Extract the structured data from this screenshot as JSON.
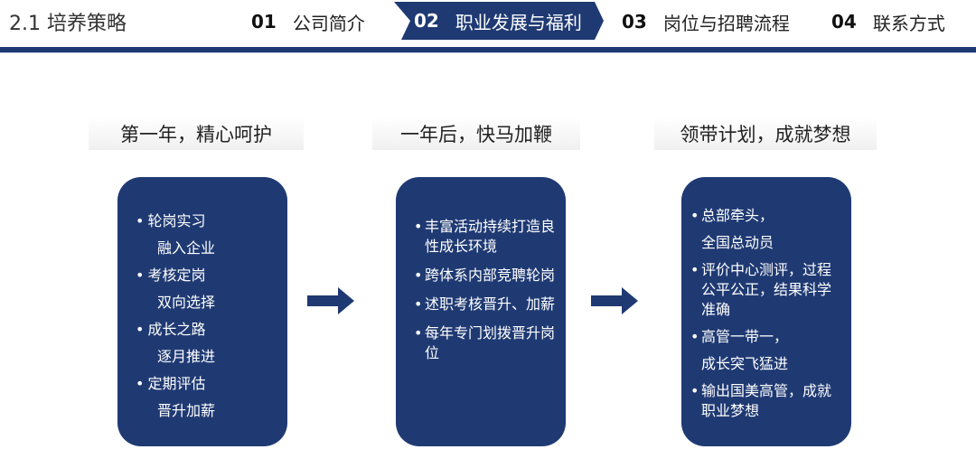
{
  "header": {
    "section_title": "2.1 培养策略",
    "nav": [
      {
        "num": "01",
        "label": "公司简介"
      },
      {
        "num": "02",
        "label": "职业发展与福利"
      },
      {
        "num": "03",
        "label": "岗位与招聘流程"
      },
      {
        "num": "04",
        "label": "联系方式"
      }
    ],
    "active_index": 1
  },
  "colors": {
    "brand_navy": "#1f3a73"
  },
  "columns": [
    {
      "title": "第一年，精心呵护",
      "items": [
        {
          "main": "轮岗实习",
          "sub": "融入企业"
        },
        {
          "main": "考核定岗",
          "sub": "双向选择"
        },
        {
          "main": "成长之路",
          "sub": "逐月推进"
        },
        {
          "main": "定期评估",
          "sub": "晋升加薪"
        }
      ]
    },
    {
      "title": "一年后，快马加鞭",
      "items": [
        {
          "main": "丰富活动持续打造良性成长环境"
        },
        {
          "main": "跨体系内部竞聘轮岗"
        },
        {
          "main": "述职考核晋升、加薪"
        },
        {
          "main": "每年专门划拨晋升岗位"
        }
      ]
    },
    {
      "title": "领带计划，成就梦想",
      "items": [
        {
          "main": "总部牵头，",
          "sub": "全国总动员"
        },
        {
          "main": "评价中心测评，过程公平公正，结果科学准确"
        },
        {
          "main": "高管一带一，",
          "sub": "成长突飞猛进"
        },
        {
          "main": "输出国美高管，成就职业梦想"
        }
      ]
    }
  ],
  "arrow_icon": "right-arrow-icon",
  "bullet": "•"
}
